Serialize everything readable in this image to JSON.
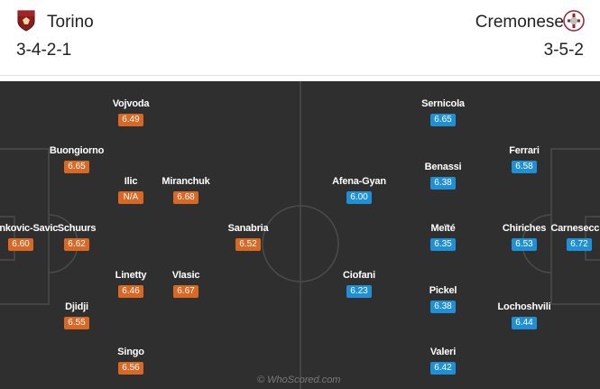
{
  "home": {
    "name": "Torino",
    "formation": "3-4-2-1",
    "color": "#d86824",
    "players": [
      {
        "id": "vojvoda",
        "name": "Vojvoda",
        "rating": "6.49"
      },
      {
        "id": "buongiorno",
        "name": "Buongiorno",
        "rating": "6.65"
      },
      {
        "id": "ilic",
        "name": "Ilic",
        "rating": "N/A"
      },
      {
        "id": "miranchuk",
        "name": "Miranchuk",
        "rating": "6.68"
      },
      {
        "id": "milinkovic-savic",
        "name": "Milinkovic-Savic",
        "rating": "6.60"
      },
      {
        "id": "schuurs",
        "name": "Schuurs",
        "rating": "6.62"
      },
      {
        "id": "sanabria",
        "name": "Sanabria",
        "rating": "6.52"
      },
      {
        "id": "linetty",
        "name": "Linetty",
        "rating": "6.46"
      },
      {
        "id": "vlasic",
        "name": "Vlasic",
        "rating": "6.67"
      },
      {
        "id": "djidji",
        "name": "Djidji",
        "rating": "6.55"
      },
      {
        "id": "singo",
        "name": "Singo",
        "rating": "6.56"
      }
    ]
  },
  "away": {
    "name": "Cremonese",
    "formation": "3-5-2",
    "color": "#1f8fd6",
    "players": [
      {
        "id": "sernicola",
        "name": "Sernicola",
        "rating": "6.65"
      },
      {
        "id": "ferrari",
        "name": "Ferrari",
        "rating": "6.58"
      },
      {
        "id": "afena-gyan",
        "name": "Afena-Gyan",
        "rating": "6.00"
      },
      {
        "id": "benassi",
        "name": "Benassi",
        "rating": "6.38"
      },
      {
        "id": "meite",
        "name": "Meïté",
        "rating": "6.35"
      },
      {
        "id": "chiriches",
        "name": "Chiriches",
        "rating": "6.53"
      },
      {
        "id": "carnesecchi",
        "name": "Carnesecchi",
        "rating": "6.72"
      },
      {
        "id": "ciofani",
        "name": "Ciofani",
        "rating": "6.23"
      },
      {
        "id": "pickel",
        "name": "Pickel",
        "rating": "6.38"
      },
      {
        "id": "lochoshvili",
        "name": "Lochoshvili",
        "rating": "6.44"
      },
      {
        "id": "valeri",
        "name": "Valeri",
        "rating": "6.42"
      }
    ]
  },
  "watermark": "© WhoScored.com"
}
